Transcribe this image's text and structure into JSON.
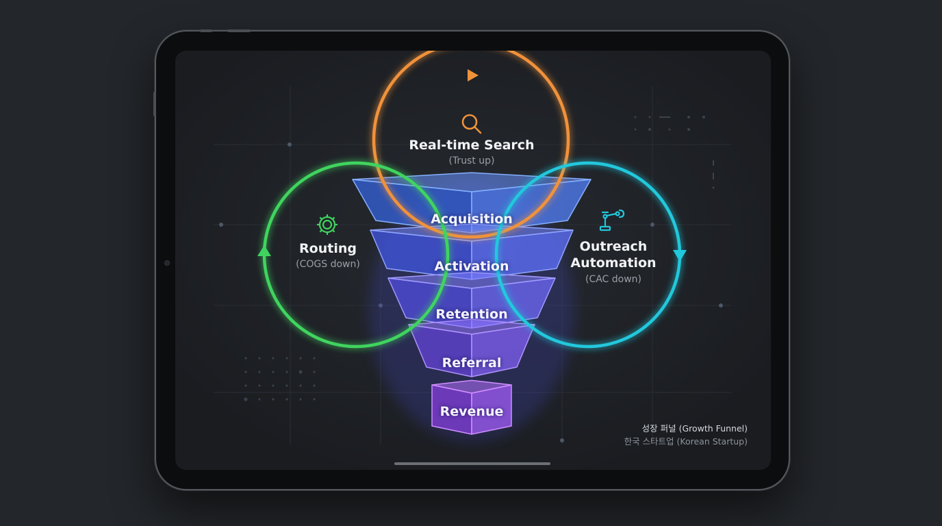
{
  "loops": [
    {
      "id": "search",
      "title": "Real-time Search",
      "subtitle": "(Trust up)",
      "icon": "search-icon",
      "color": "#f0923a"
    },
    {
      "id": "routing",
      "title": "Routing",
      "subtitle": "(COGS down)",
      "icon": "gear-icon",
      "color": "#3fd45f"
    },
    {
      "id": "outreach",
      "title": "Outreach Automation",
      "title_lines": [
        "Outreach",
        "Automation"
      ],
      "subtitle": "(CAC down)",
      "icon": "robot-arm-icon",
      "color": "#22c8dc"
    }
  ],
  "funnel": {
    "stages": [
      "Acquisition",
      "Activation",
      "Retention",
      "Referral",
      "Revenue"
    ],
    "colors": [
      "#3f6ae0",
      "#4a5ee6",
      "#5a55e2",
      "#6a4cdc",
      "#8a48e0"
    ]
  },
  "caption": {
    "line1": "성장 퍼널 (Growth Funnel)",
    "line2": "한국 스타트업 (Korean Startup)"
  }
}
